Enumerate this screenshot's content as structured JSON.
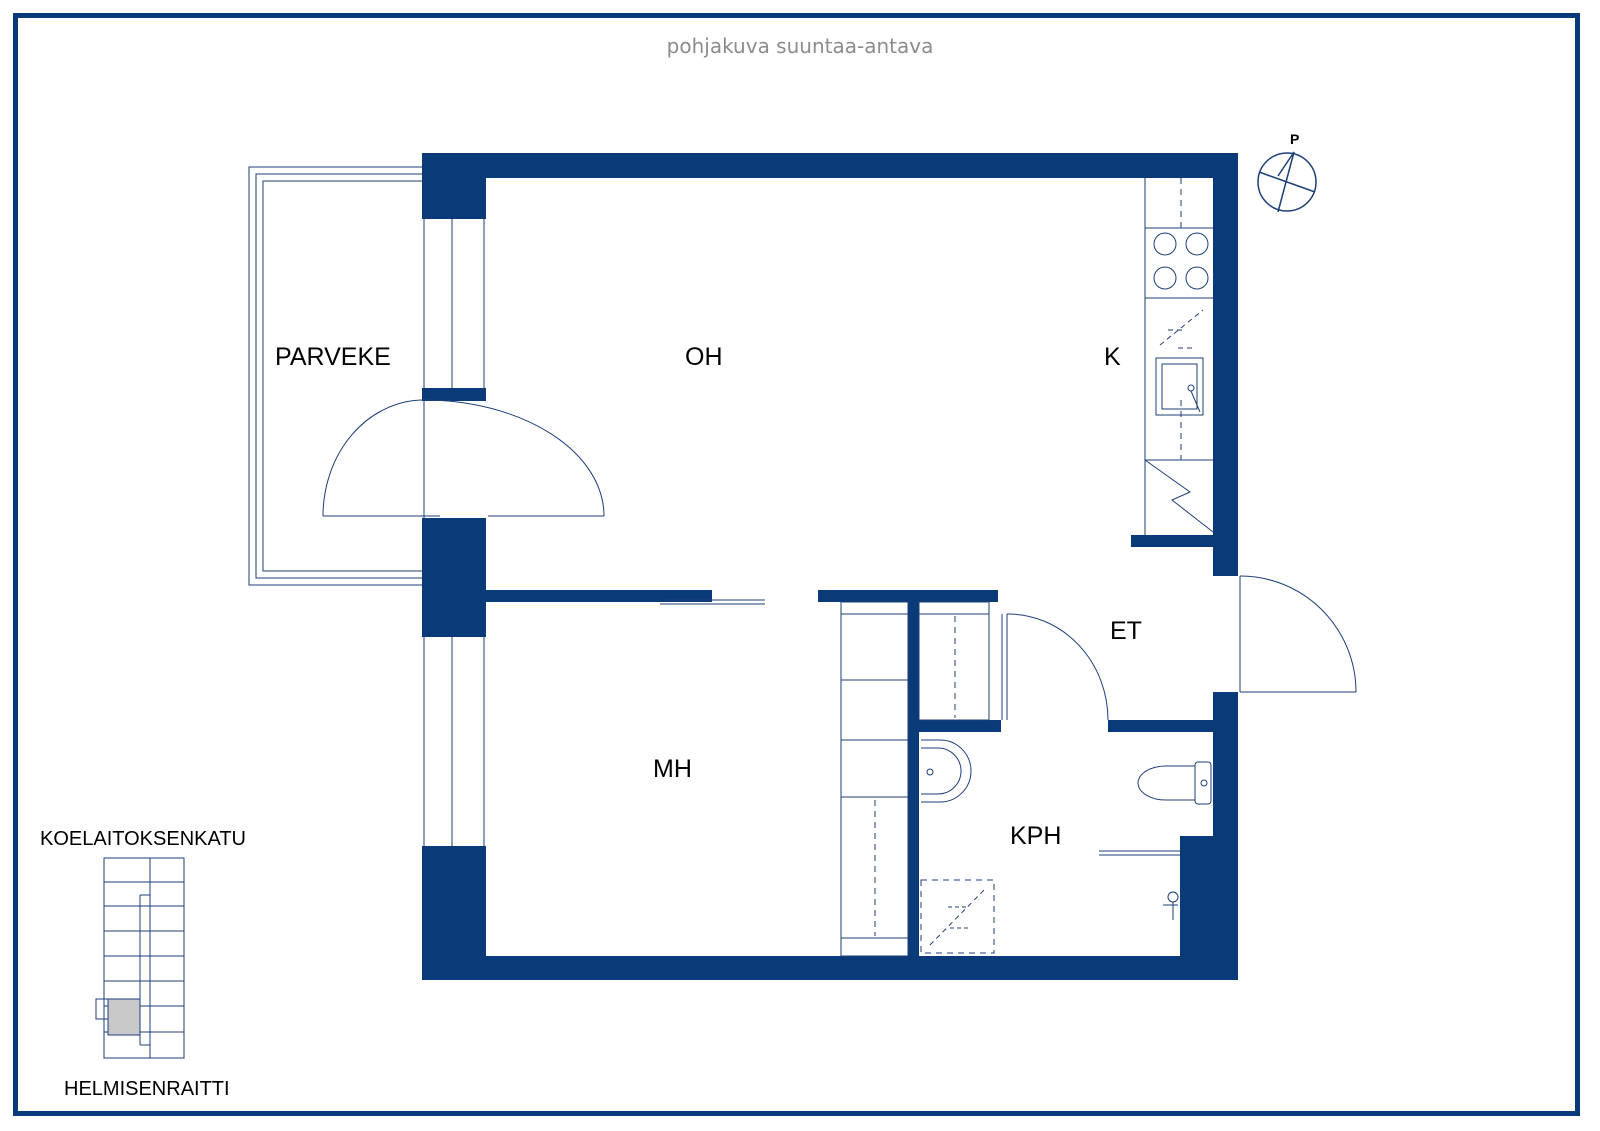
{
  "header": {
    "note": "pohjakuva suuntaa-antava"
  },
  "compass": {
    "north_label": "P",
    "icon": "north-arrow-icon"
  },
  "rooms": {
    "parveke": "PARVEKE",
    "oh": "OH",
    "k": "K",
    "et": "ET",
    "mh": "MH",
    "kph": "KPH"
  },
  "location_map": {
    "street_top": "KOELAITOKSENKATU",
    "street_bottom": "HELMISENRAITTI"
  },
  "colors": {
    "wall": "#0b3a78",
    "line": "#1d3f7a",
    "header_text": "#8c8c8c",
    "highlight": "#c8c8c8"
  }
}
